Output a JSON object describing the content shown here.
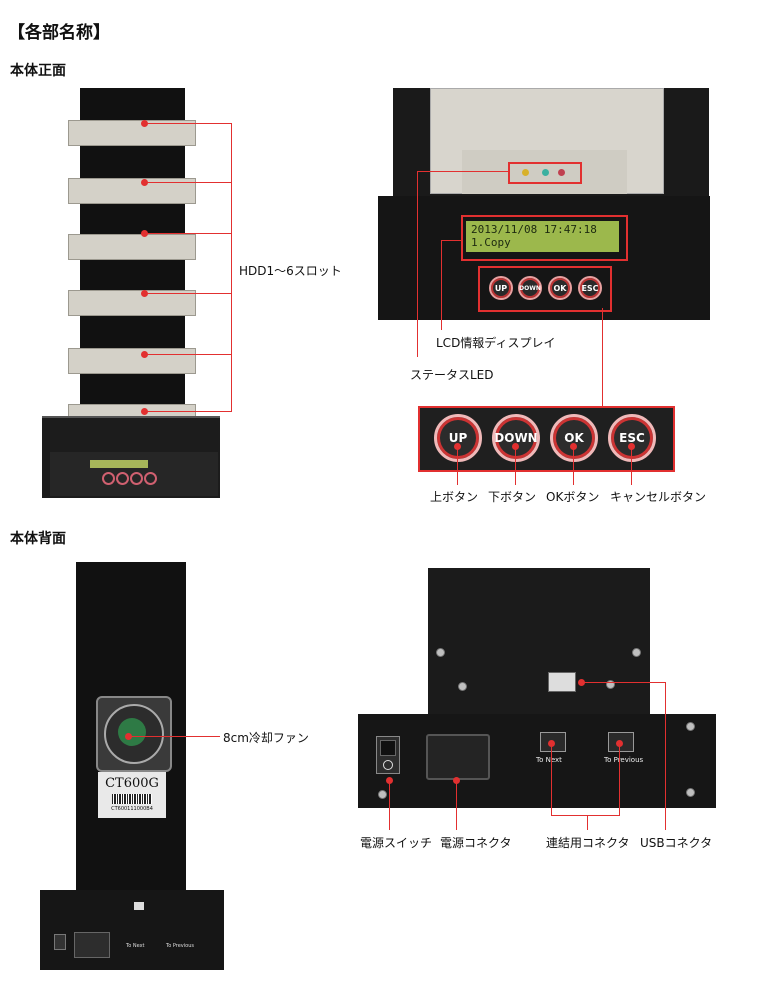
{
  "title": "【各部名称】",
  "front_section": "本体正面",
  "back_section": "本体背面",
  "labels": {
    "hdd_slots": "HDD1～6スロット",
    "lcd_display": "LCD情報ディスプレイ",
    "status_led": "ステータスLED",
    "up_button": "上ボタン",
    "down_button": "下ボタン",
    "ok_button": "OKボタン",
    "esc_button": "キャンセルボタン",
    "fan": "8cm冷却ファン",
    "power_switch": "電源スイッチ",
    "power_connector": "電源コネクタ",
    "link_connector": "連結用コネクタ",
    "usb_connector": "USBコネクタ"
  },
  "lcd": {
    "line1": "2013/11/08  17:47:18",
    "line2": "1.Copy"
  },
  "buttons": {
    "up": "UP",
    "down": "DOWN",
    "ok": "OK",
    "esc": "ESC"
  },
  "back": {
    "model": "CT600G",
    "serial": "CT600111000B4",
    "to_next": "To Next",
    "to_previous": "To Previous"
  },
  "colors": {
    "callout": "#e23030",
    "body": "#111111",
    "lcd": "#9cb84c"
  }
}
